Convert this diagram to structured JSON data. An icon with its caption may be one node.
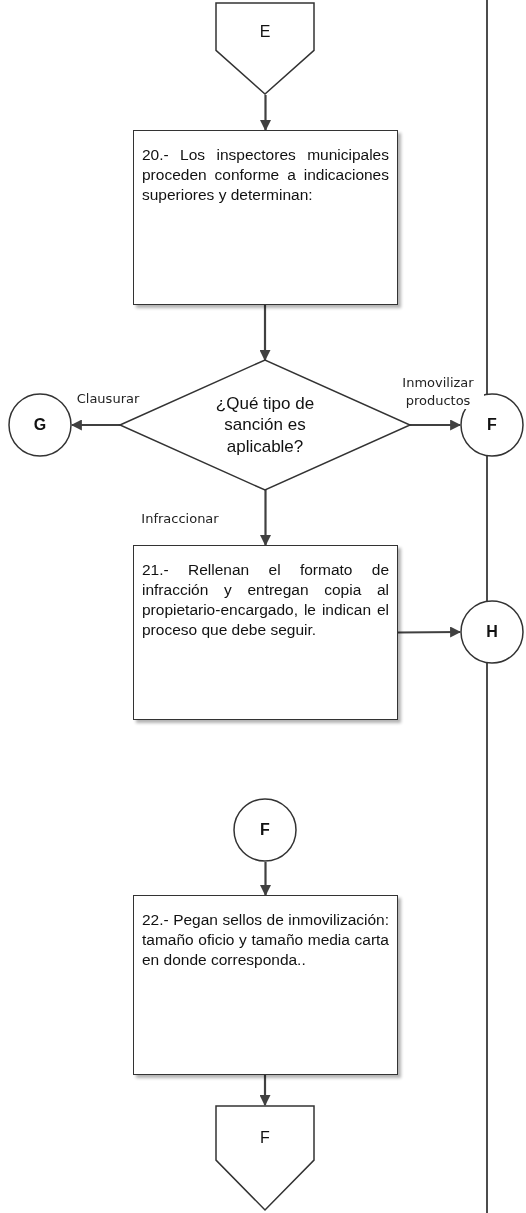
{
  "diagram": {
    "nodes": [
      {
        "text": [
          "E"
        ]
      },
      {
        "text": [
          "20.- Los inspectores municipales proceden conforme a indicaciones superiores y determinan:"
        ]
      },
      {
        "text": [
          "¿Qué tipo de sanción es aplicable?"
        ]
      },
      {
        "text": [
          "G"
        ]
      },
      {
        "text": [
          "F"
        ]
      },
      {
        "text": [
          "21.- Rellenan el formato de infracción y entregan copia al propietario-encargado, le indican el proceso que debe seguir."
        ]
      },
      {
        "text": [
          "H"
        ]
      },
      {
        "text": [
          "F"
        ]
      },
      {
        "text": [
          "22.- Pegan sellos de inmovilización: tamaño oficio y tamaño media carta en donde corresponda.."
        ]
      },
      {
        "text": [
          "F"
        ]
      }
    ],
    "edges": [
      {
        "from": 0,
        "to": 1,
        "arrow": "to"
      },
      {
        "from": 1,
        "to": 2,
        "arrow": "to"
      },
      {
        "from": 2,
        "to": 3,
        "arrow": "to",
        "label": "Clausurar"
      },
      {
        "from": 2,
        "to": 4,
        "arrow": "to",
        "label": "Inmovilizar productos"
      },
      {
        "from": 2,
        "to": 5,
        "arrow": "to",
        "label": "Infraccionar"
      },
      {
        "from": 5,
        "to": 6,
        "arrow": "to"
      },
      {
        "from": 7,
        "to": 8,
        "arrow": "to"
      },
      {
        "from": 8,
        "to": 9,
        "arrow": "to"
      }
    ]
  }
}
